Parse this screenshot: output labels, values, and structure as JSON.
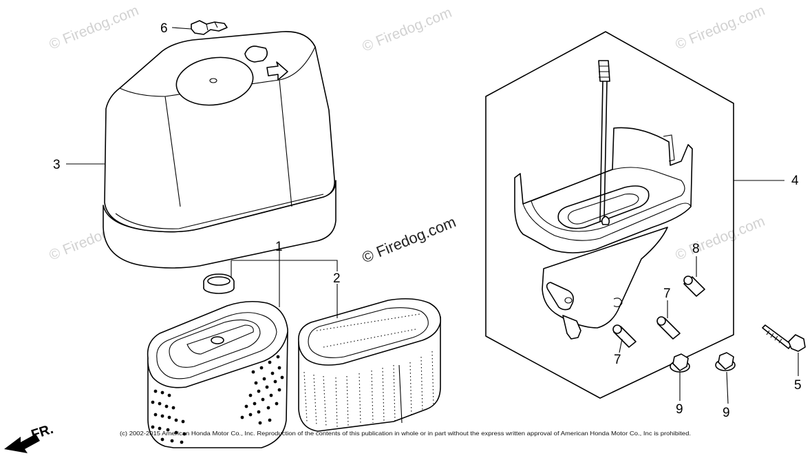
{
  "diagram": {
    "callouts": [
      "1",
      "2",
      "3",
      "4",
      "5",
      "6",
      "7",
      "7",
      "8",
      "9",
      "9"
    ],
    "watermark": "© Firedog.com",
    "main_watermark": "© Firedog.com",
    "direction_label": "FR.",
    "copyright": "(c) 2002-2015 American Honda Motor Co., Inc. Reproduction of the contents of this publication in whole or in part without the express written approval of American Honda Motor Co., Inc is prohibited."
  },
  "colors": {
    "ink": "#000000",
    "watermark": "#d2d2d2",
    "background": "#ffffff"
  }
}
